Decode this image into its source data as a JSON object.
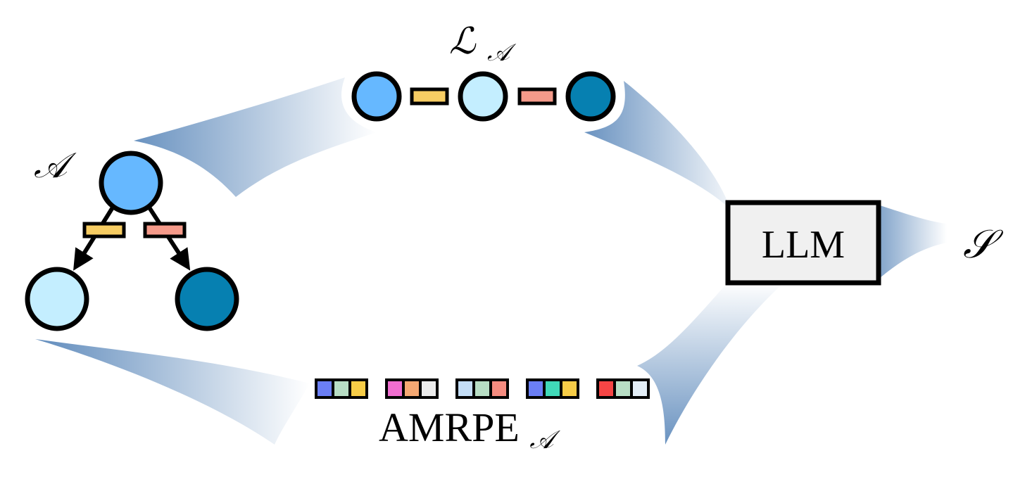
{
  "graph": {
    "label": "𝒜",
    "nodes": [
      {
        "id": "root",
        "color": "#66b8ff"
      },
      {
        "id": "left-child",
        "color": "#c4eeff"
      },
      {
        "id": "right-child",
        "color": "#0680b1"
      }
    ],
    "edges": [
      {
        "from": "root",
        "to": "left-child",
        "color": "#f7cd63"
      },
      {
        "from": "root",
        "to": "right-child",
        "color": "#f59a8a"
      }
    ]
  },
  "linearized": {
    "label_main": "ℒ",
    "label_sub": "𝒜",
    "nodes": [
      "#66b8ff",
      "#c4eeff",
      "#0680b1"
    ],
    "edges": [
      "#f7cd63",
      "#f59a8a"
    ]
  },
  "positional_encoding": {
    "label_main": "AMRPE",
    "label_sub": "𝒜",
    "groups": [
      [
        "#6b7ff5",
        "#b8dec5",
        "#f7cd47"
      ],
      [
        "#f06ed0",
        "#f5a873",
        "#ececec"
      ],
      [
        "#c4def7",
        "#b8dec5",
        "#f58c80"
      ],
      [
        "#6b7ff5",
        "#40d9b8",
        "#f7cd47"
      ],
      [
        "#f54545",
        "#b8dec5",
        "#e3eef7"
      ]
    ]
  },
  "model": {
    "label": "LLM"
  },
  "output": {
    "label": "𝒮"
  },
  "colors": {
    "flow": "#4f7fb5",
    "box_fill": "#f0f0f0"
  }
}
